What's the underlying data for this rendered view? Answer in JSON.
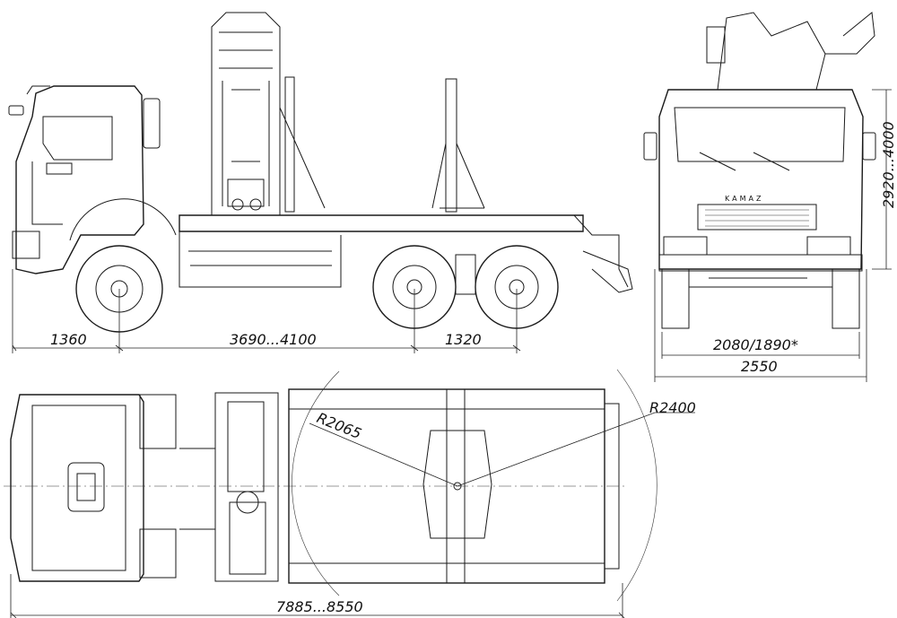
{
  "brand": "KAMAZ",
  "dimensions": {
    "front_overhang": "1360",
    "wheelbase": "3690...4100",
    "rear_bogie": "1320",
    "track_width": "2080/1890*",
    "overall_width": "2550",
    "height": "2920...4000",
    "overall_length": "7885...8550",
    "radius_inner": "R2065",
    "radius_outer": "R2400"
  }
}
